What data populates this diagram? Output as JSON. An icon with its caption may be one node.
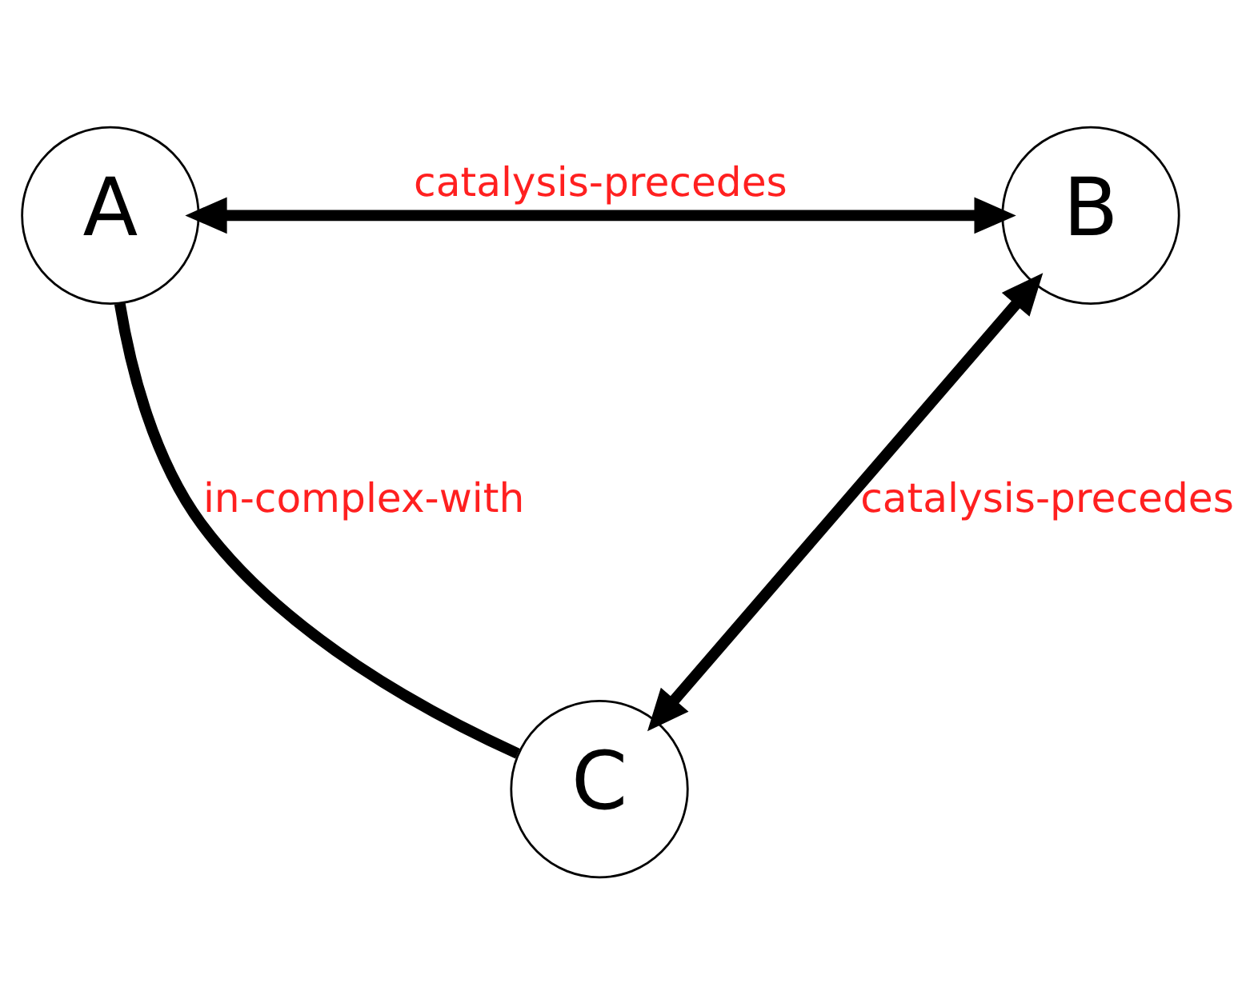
{
  "diagram": {
    "nodes": [
      {
        "text": [
          "A"
        ]
      },
      {
        "text": [
          "B"
        ]
      },
      {
        "text": [
          "C"
        ]
      }
    ],
    "edges": [
      {
        "from": 0,
        "to": 1,
        "arrow": "both",
        "label": "catalysis-precedes"
      },
      {
        "from": 0,
        "to": 2,
        "arrow": "none",
        "label": "in-complex-with"
      },
      {
        "from": 2,
        "to": 1,
        "arrow": "both",
        "label": "catalysis-precedes"
      }
    ]
  }
}
